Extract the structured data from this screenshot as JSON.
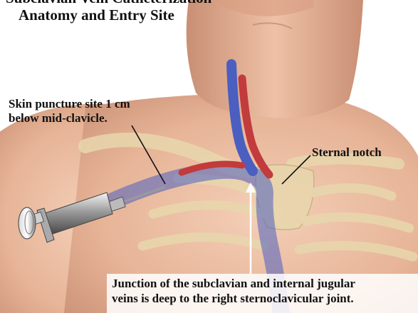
{
  "title": {
    "line1": "Subclavian Vein Catheterization",
    "line2": "Anatomy and Entry Site"
  },
  "labels": {
    "puncture_line1": "Skin puncture site 1 cm",
    "puncture_line2": "below mid-clavicle.",
    "sternal_notch": "Sternal notch",
    "junction_line1": "Junction of the subclavian and internal jugular",
    "junction_line2": "veins is deep to the right sternoclavicular joint."
  },
  "colors": {
    "skin": "#e9b79b",
    "skin_shadow": "#c98f74",
    "vein": "#4a5fc0",
    "artery": "#c23b3d",
    "bone": "#e8d7ad"
  }
}
